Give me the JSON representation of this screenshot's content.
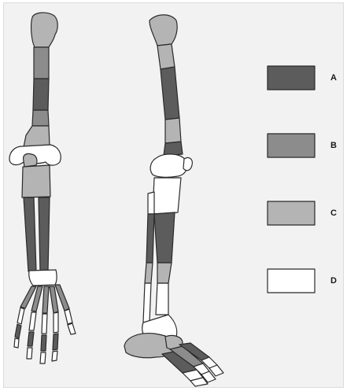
{
  "legend": {
    "items": [
      {
        "label": "A",
        "color": "#5c5c5c"
      },
      {
        "label": "B",
        "color": "#8c8c8c"
      },
      {
        "label": "C",
        "color": "#b4b4b4"
      },
      {
        "label": "D",
        "color": "#ffffff"
      }
    ]
  },
  "colors": {
    "background": "#f2f2f2",
    "outline": "#2a2a2a"
  }
}
